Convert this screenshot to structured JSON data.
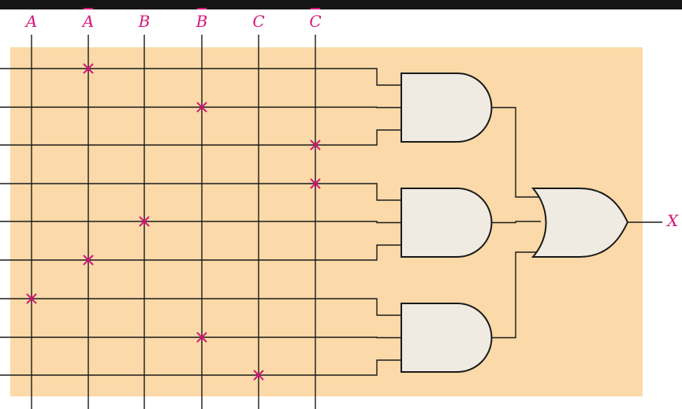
{
  "diagram": {
    "type": "programmable-and-or-array",
    "inputs": [
      {
        "label": "A",
        "inverted": false
      },
      {
        "label": "A",
        "inverted": true
      },
      {
        "label": "B",
        "inverted": false
      },
      {
        "label": "B",
        "inverted": true
      },
      {
        "label": "C",
        "inverted": false
      },
      {
        "label": "C",
        "inverted": true
      }
    ],
    "output_label": "X",
    "product_terms": [
      {
        "gate": 1,
        "fuses_row1": [
          1
        ],
        "fuses_row2": [
          3
        ],
        "fuses_row3": [
          5
        ]
      },
      {
        "gate": 2,
        "fuses_row1": [
          5
        ],
        "fuses_row2": [
          2
        ],
        "fuses_row3": [
          1
        ]
      },
      {
        "gate": 3,
        "fuses_row1": [
          0
        ],
        "fuses_row2": [
          3
        ],
        "fuses_row3": [
          4
        ]
      }
    ],
    "connections": [
      {
        "row": 0,
        "col": 1
      },
      {
        "row": 1,
        "col": 3
      },
      {
        "row": 2,
        "col": 5
      },
      {
        "row": 3,
        "col": 5
      },
      {
        "row": 4,
        "col": 2
      },
      {
        "row": 5,
        "col": 1
      },
      {
        "row": 6,
        "col": 0
      },
      {
        "row": 7,
        "col": 3
      },
      {
        "row": 8,
        "col": 4
      }
    ],
    "colors": {
      "background_band": "#FBD9A8",
      "gate_fill": "#EFEBE3",
      "wire": "#1a1a1a",
      "label": "#D6157A",
      "fuse_mark": "#D6157A",
      "top_bar": "#151515"
    },
    "icons": {
      "connection": "x-mark",
      "and_gate": "and-gate",
      "or_gate": "or-gate"
    }
  }
}
